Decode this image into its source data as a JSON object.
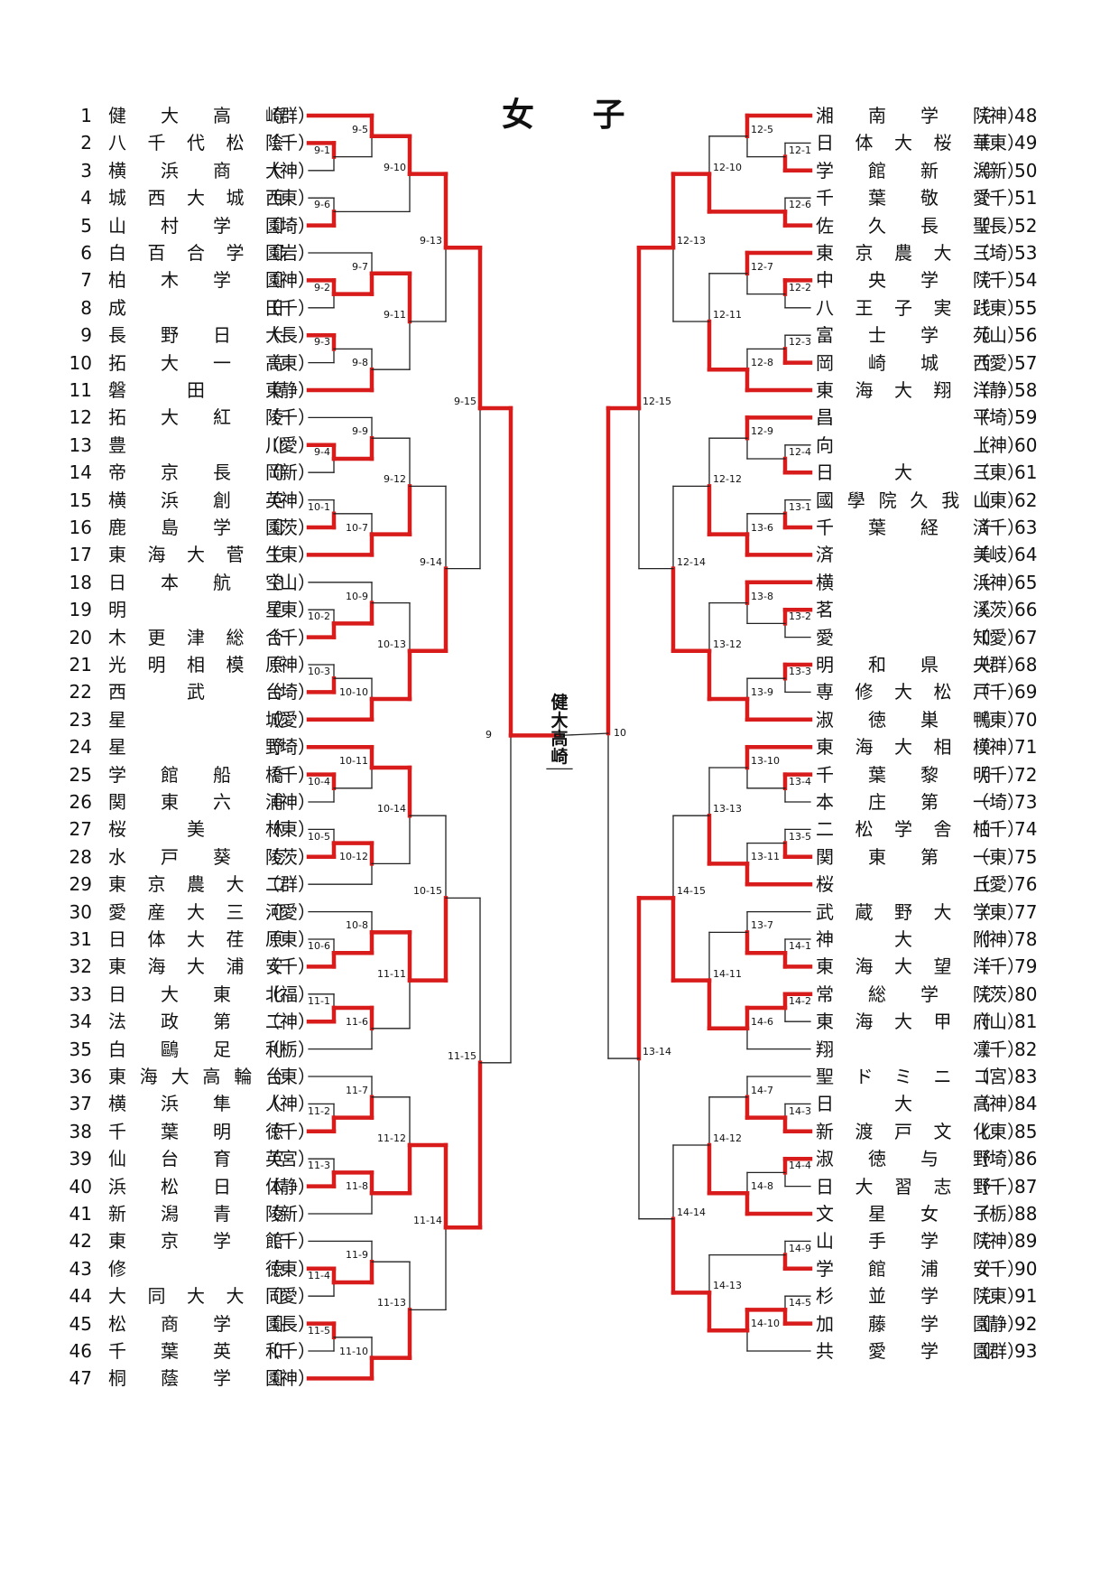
{
  "title": "女 子",
  "champion": "健大高崎",
  "center_labels": {
    "left": "9",
    "right": "10"
  },
  "colors": {
    "winner_line": "#d81b1b",
    "line": "#222222"
  },
  "left_teams": [
    {
      "num": "1",
      "name": "健大高崎",
      "pref": "（群）"
    },
    {
      "num": "2",
      "name": "八千代松陰",
      "pref": "（千）"
    },
    {
      "num": "3",
      "name": "横浜商大",
      "pref": "（神）"
    },
    {
      "num": "4",
      "name": "城西大城西",
      "pref": "（東）"
    },
    {
      "num": "5",
      "name": "山村学園",
      "pref": "（埼）"
    },
    {
      "num": "6",
      "name": "白百合学園",
      "pref": "（岩）"
    },
    {
      "num": "7",
      "name": "柏木学園",
      "pref": "（神）"
    },
    {
      "num": "8",
      "name": "成田",
      "pref": "（千）"
    },
    {
      "num": "9",
      "name": "長野日大",
      "pref": "（長）"
    },
    {
      "num": "10",
      "name": "拓大一高",
      "pref": "（東）"
    },
    {
      "num": "11",
      "name": "磐田東",
      "pref": "（静）"
    },
    {
      "num": "12",
      "name": "拓大紅陵",
      "pref": "（千）"
    },
    {
      "num": "13",
      "name": "豊川",
      "pref": "（愛）"
    },
    {
      "num": "14",
      "name": "帝京長岡",
      "pref": "（新）"
    },
    {
      "num": "15",
      "name": "横浜創英",
      "pref": "（神）"
    },
    {
      "num": "16",
      "name": "鹿島学園",
      "pref": "（茨）"
    },
    {
      "num": "17",
      "name": "東海大菅生",
      "pref": "（東）"
    },
    {
      "num": "18",
      "name": "日本航空",
      "pref": "（山）"
    },
    {
      "num": "19",
      "name": "明星",
      "pref": "（東）"
    },
    {
      "num": "20",
      "name": "木更津総合",
      "pref": "（千）"
    },
    {
      "num": "21",
      "name": "光明相模原",
      "pref": "（神）"
    },
    {
      "num": "22",
      "name": "西武台",
      "pref": "（埼）"
    },
    {
      "num": "23",
      "name": "星城",
      "pref": "（愛）"
    },
    {
      "num": "24",
      "name": "星野",
      "pref": "（埼）"
    },
    {
      "num": "25",
      "name": "学館船橋",
      "pref": "（千）"
    },
    {
      "num": "26",
      "name": "関東六浦",
      "pref": "（神）"
    },
    {
      "num": "27",
      "name": "桜美林",
      "pref": "（東）"
    },
    {
      "num": "28",
      "name": "水戸葵陵",
      "pref": "（茨）"
    },
    {
      "num": "29",
      "name": "東京農大二",
      "pref": "（群）"
    },
    {
      "num": "30",
      "name": "愛産大三河",
      "pref": "（愛）"
    },
    {
      "num": "31",
      "name": "日体大荏原",
      "pref": "（東）"
    },
    {
      "num": "32",
      "name": "東海大浦安",
      "pref": "（千）"
    },
    {
      "num": "33",
      "name": "日大東北",
      "pref": "（福）"
    },
    {
      "num": "34",
      "name": "法政第二",
      "pref": "（神）"
    },
    {
      "num": "35",
      "name": "白鷗足利",
      "pref": "（栃）"
    },
    {
      "num": "36",
      "name": "東海大高輪台",
      "pref": "（東）"
    },
    {
      "num": "37",
      "name": "横浜隼人",
      "pref": "（神）"
    },
    {
      "num": "38",
      "name": "千葉明徳",
      "pref": "（千）"
    },
    {
      "num": "39",
      "name": "仙台育英",
      "pref": "（宮）"
    },
    {
      "num": "40",
      "name": "浜松日体",
      "pref": "（静）"
    },
    {
      "num": "41",
      "name": "新潟青陵",
      "pref": "（新）"
    },
    {
      "num": "42",
      "name": "東京学館",
      "pref": "（千）"
    },
    {
      "num": "43",
      "name": "修徳",
      "pref": "（東）"
    },
    {
      "num": "44",
      "name": "大同大大同",
      "pref": "（愛）"
    },
    {
      "num": "45",
      "name": "松商学園",
      "pref": "（長）"
    },
    {
      "num": "46",
      "name": "千葉英和",
      "pref": "（千）"
    },
    {
      "num": "47",
      "name": "桐蔭学園",
      "pref": "（神）"
    }
  ],
  "right_teams": [
    {
      "num": "48",
      "name": "湘南学院",
      "pref": "（神）"
    },
    {
      "num": "49",
      "name": "日体大桜華",
      "pref": "（東）"
    },
    {
      "num": "50",
      "name": "学館新潟",
      "pref": "（新）"
    },
    {
      "num": "51",
      "name": "千葉敬愛",
      "pref": "（千）"
    },
    {
      "num": "52",
      "name": "佐久長聖",
      "pref": "（長）"
    },
    {
      "num": "53",
      "name": "東京農大三",
      "pref": "（埼）"
    },
    {
      "num": "54",
      "name": "中央学院",
      "pref": "（千）"
    },
    {
      "num": "55",
      "name": "八王子実践",
      "pref": "（東）"
    },
    {
      "num": "56",
      "name": "富士学苑",
      "pref": "（山）"
    },
    {
      "num": "57",
      "name": "岡崎城西",
      "pref": "（愛）"
    },
    {
      "num": "58",
      "name": "東海大翔洋",
      "pref": "（静）"
    },
    {
      "num": "59",
      "name": "昌平",
      "pref": "（埼）"
    },
    {
      "num": "60",
      "name": "向上",
      "pref": "（神）"
    },
    {
      "num": "61",
      "name": "日大三",
      "pref": "（東）"
    },
    {
      "num": "62",
      "name": "國學院久我山",
      "pref": "（東）"
    },
    {
      "num": "63",
      "name": "千葉経済",
      "pref": "（千）"
    },
    {
      "num": "64",
      "name": "済美",
      "pref": "（岐）"
    },
    {
      "num": "65",
      "name": "横浜",
      "pref": "（神）"
    },
    {
      "num": "66",
      "name": "茗溪",
      "pref": "（茨）"
    },
    {
      "num": "67",
      "name": "愛知",
      "pref": "（愛）"
    },
    {
      "num": "68",
      "name": "明和県央",
      "pref": "（群）"
    },
    {
      "num": "69",
      "name": "専修大松戸",
      "pref": "（千）"
    },
    {
      "num": "70",
      "name": "淑徳巣鴨",
      "pref": "（東）"
    },
    {
      "num": "71",
      "name": "東海大相模",
      "pref": "（神）"
    },
    {
      "num": "72",
      "name": "千葉黎明",
      "pref": "（千）"
    },
    {
      "num": "73",
      "name": "本庄第一",
      "pref": "（埼）"
    },
    {
      "num": "74",
      "name": "二松学舎柏",
      "pref": "（千）"
    },
    {
      "num": "75",
      "name": "関東第一",
      "pref": "（東）"
    },
    {
      "num": "76",
      "name": "桜丘",
      "pref": "（愛）"
    },
    {
      "num": "77",
      "name": "武蔵野大学",
      "pref": "（東）"
    },
    {
      "num": "78",
      "name": "神大附",
      "pref": "（神）"
    },
    {
      "num": "79",
      "name": "東海大望洋",
      "pref": "（千）"
    },
    {
      "num": "80",
      "name": "常総学院",
      "pref": "（茨）"
    },
    {
      "num": "81",
      "name": "東海大甲府",
      "pref": "（山）"
    },
    {
      "num": "82",
      "name": "翔凛",
      "pref": "（千）"
    },
    {
      "num": "83",
      "name": "聖ドミニコ",
      "pref": "（宮）"
    },
    {
      "num": "84",
      "name": "日大高",
      "pref": "（神）"
    },
    {
      "num": "85",
      "name": "新渡戸文化",
      "pref": "（東）"
    },
    {
      "num": "86",
      "name": "淑徳与野",
      "pref": "（埼）"
    },
    {
      "num": "87",
      "name": "日大習志野",
      "pref": "（千）"
    },
    {
      "num": "88",
      "name": "文星女子",
      "pref": "（栃）"
    },
    {
      "num": "89",
      "name": "山手学院",
      "pref": "（神）"
    },
    {
      "num": "90",
      "name": "学館浦安",
      "pref": "（千）"
    },
    {
      "num": "91",
      "name": "杉並学院",
      "pref": "（東）"
    },
    {
      "num": "92",
      "name": "加藤学園",
      "pref": "（静）"
    },
    {
      "num": "93",
      "name": "共愛学園",
      "pref": "（群）"
    }
  ],
  "left_matches": [
    {
      "label": "9-1",
      "a": "t2",
      "b": "t3",
      "w": "a"
    },
    {
      "label": "9-2",
      "a": "t7",
      "b": "t8",
      "w": "a"
    },
    {
      "label": "9-3",
      "a": "t9",
      "b": "t10",
      "w": "a"
    },
    {
      "label": "9-4",
      "a": "t13",
      "b": "t14",
      "w": "a"
    },
    {
      "label": "10-1",
      "a": "t15",
      "b": "t16",
      "w": "b"
    },
    {
      "label": "10-2",
      "a": "t19",
      "b": "t20",
      "w": "b"
    },
    {
      "label": "10-3",
      "a": "t21",
      "b": "t22",
      "w": "b"
    },
    {
      "label": "10-4",
      "a": "t25",
      "b": "t26",
      "w": "a"
    },
    {
      "label": "10-5",
      "a": "t27",
      "b": "t28",
      "w": "b"
    },
    {
      "label": "10-6",
      "a": "t31",
      "b": "t32",
      "w": "b"
    },
    {
      "label": "11-1",
      "a": "t33",
      "b": "t34",
      "w": "b"
    },
    {
      "label": "11-2",
      "a": "t37",
      "b": "t38",
      "w": "b"
    },
    {
      "label": "11-3",
      "a": "t39",
      "b": "t40",
      "w": "b"
    },
    {
      "label": "11-4",
      "a": "t43",
      "b": "t44",
      "w": "a"
    },
    {
      "label": "11-5",
      "a": "t45",
      "b": "t46",
      "w": "a"
    },
    {
      "label": "9-5",
      "a": "t1",
      "b": "9-1",
      "w": "a"
    },
    {
      "label": "9-6",
      "a": "t4",
      "b": "t5",
      "w": "b"
    },
    {
      "label": "9-7",
      "a": "t6",
      "b": "9-2",
      "w": "b"
    },
    {
      "label": "9-8",
      "a": "9-3",
      "b": "t11",
      "w": "b"
    },
    {
      "label": "9-9",
      "a": "t12",
      "b": "9-4",
      "w": "b"
    },
    {
      "label": "10-7",
      "a": "10-1",
      "b": "t17",
      "w": "b"
    },
    {
      "label": "10-9",
      "a": "t18",
      "b": "10-2",
      "w": "b"
    },
    {
      "label": "10-10",
      "a": "10-3",
      "b": "t23",
      "w": "b"
    },
    {
      "label": "10-11",
      "a": "t24",
      "b": "10-4",
      "w": "a"
    },
    {
      "label": "10-12",
      "a": "10-5",
      "b": "t29",
      "w": "a"
    },
    {
      "label": "10-8",
      "a": "t30",
      "b": "10-6",
      "w": "b"
    },
    {
      "label": "11-6",
      "a": "11-1",
      "b": "t35",
      "w": "a"
    },
    {
      "label": "11-7",
      "a": "t36",
      "b": "11-2",
      "w": "b"
    },
    {
      "label": "11-8",
      "a": "11-3",
      "b": "t41",
      "w": "a"
    },
    {
      "label": "11-9",
      "a": "t42",
      "b": "11-4",
      "w": "b"
    },
    {
      "label": "11-10",
      "a": "11-5",
      "b": "t47",
      "w": "b"
    },
    {
      "label": "9-10",
      "a": "9-5",
      "b": "9-6",
      "w": "a"
    },
    {
      "label": "9-11",
      "a": "9-7",
      "b": "9-8",
      "w": "a"
    },
    {
      "label": "9-12",
      "a": "9-9",
      "b": "10-7",
      "w": "b"
    },
    {
      "label": "10-13",
      "a": "10-9",
      "b": "10-10",
      "w": "b"
    },
    {
      "label": "10-14",
      "a": "10-11",
      "b": "10-12",
      "w": "a"
    },
    {
      "label": "11-11",
      "a": "10-8",
      "b": "11-6",
      "w": "a"
    },
    {
      "label": "11-12",
      "a": "11-7",
      "b": "11-8",
      "w": "b"
    },
    {
      "label": "11-13",
      "a": "11-9",
      "b": "11-10",
      "w": "b"
    },
    {
      "label": "9-13",
      "a": "9-10",
      "b": "9-11",
      "w": "a"
    },
    {
      "label": "9-14",
      "a": "9-12",
      "b": "10-13",
      "w": "b"
    },
    {
      "label": "10-15",
      "a": "10-14",
      "b": "11-11",
      "w": "b"
    },
    {
      "label": "11-14",
      "a": "11-12",
      "b": "11-13",
      "w": "a"
    },
    {
      "label": "9-15",
      "a": "9-13",
      "b": "9-14",
      "w": "a"
    },
    {
      "label": "11-15",
      "a": "10-15",
      "b": "11-14",
      "w": "b"
    },
    {
      "label": "9",
      "a": "9-15",
      "b": "11-15",
      "w": "a"
    }
  ],
  "right_matches": [
    {
      "label": "12-1",
      "a": "t49",
      "b": "t50",
      "w": "b"
    },
    {
      "label": "12-2",
      "a": "t54",
      "b": "t55",
      "w": "a"
    },
    {
      "label": "12-3",
      "a": "t56",
      "b": "t57",
      "w": "b"
    },
    {
      "label": "12-4",
      "a": "t60",
      "b": "t61",
      "w": "b"
    },
    {
      "label": "13-1",
      "a": "t62",
      "b": "t63",
      "w": "b"
    },
    {
      "label": "13-2",
      "a": "t66",
      "b": "t67",
      "w": "a"
    },
    {
      "label": "13-3",
      "a": "t68",
      "b": "t69",
      "w": "a"
    },
    {
      "label": "13-4",
      "a": "t72",
      "b": "t73",
      "w": "a"
    },
    {
      "label": "13-5",
      "a": "t74",
      "b": "t75",
      "w": "b"
    },
    {
      "label": "14-1",
      "a": "t78",
      "b": "t79",
      "w": "b"
    },
    {
      "label": "14-2",
      "a": "t80",
      "b": "t81",
      "w": "a"
    },
    {
      "label": "14-3",
      "a": "t84",
      "b": "t85",
      "w": "b"
    },
    {
      "label": "14-4",
      "a": "t86",
      "b": "t87",
      "w": "a"
    },
    {
      "label": "14-5",
      "a": "t91",
      "b": "t92",
      "w": "b"
    },
    {
      "label": "12-5",
      "a": "t48",
      "b": "12-1",
      "w": "a"
    },
    {
      "label": "12-6",
      "a": "t51",
      "b": "t52",
      "w": "b"
    },
    {
      "label": "12-7",
      "a": "t53",
      "b": "12-2",
      "w": "a"
    },
    {
      "label": "12-8",
      "a": "12-3",
      "b": "t58",
      "w": "b"
    },
    {
      "label": "12-9",
      "a": "t59",
      "b": "12-4",
      "w": "a"
    },
    {
      "label": "13-6",
      "a": "13-1",
      "b": "t64",
      "w": "b"
    },
    {
      "label": "13-8",
      "a": "t65",
      "b": "13-2",
      "w": "a"
    },
    {
      "label": "13-9",
      "a": "13-3",
      "b": "t70",
      "w": "b"
    },
    {
      "label": "13-10",
      "a": "t71",
      "b": "13-4",
      "w": "a"
    },
    {
      "label": "13-11",
      "a": "13-5",
      "b": "t76",
      "w": "b"
    },
    {
      "label": "13-7",
      "a": "t77",
      "b": "14-1",
      "w": "b"
    },
    {
      "label": "14-6",
      "a": "14-2",
      "b": "t82",
      "w": "a"
    },
    {
      "label": "14-7",
      "a": "t83",
      "b": "14-3",
      "w": "b"
    },
    {
      "label": "14-8",
      "a": "14-4",
      "b": "t88",
      "w": "b"
    },
    {
      "label": "14-9",
      "a": "t89",
      "b": "t90",
      "w": "b"
    },
    {
      "label": "14-10",
      "a": "14-5",
      "b": "t93",
      "w": "a"
    },
    {
      "label": "12-10",
      "a": "12-5",
      "b": "12-6",
      "w": "b"
    },
    {
      "label": "12-11",
      "a": "12-7",
      "b": "12-8",
      "w": "b"
    },
    {
      "label": "12-12",
      "a": "12-9",
      "b": "13-6",
      "w": "b"
    },
    {
      "label": "13-12",
      "a": "13-8",
      "b": "13-9",
      "w": "b"
    },
    {
      "label": "13-13",
      "a": "13-10",
      "b": "13-11",
      "w": "b"
    },
    {
      "label": "14-11",
      "a": "13-7",
      "b": "14-6",
      "w": "b"
    },
    {
      "label": "14-12",
      "a": "14-7",
      "b": "14-8",
      "w": "b"
    },
    {
      "label": "14-13",
      "a": "14-9",
      "b": "14-10",
      "w": "b"
    },
    {
      "label": "12-13",
      "a": "12-10",
      "b": "12-11",
      "w": "a"
    },
    {
      "label": "12-14",
      "a": "12-12",
      "b": "13-12",
      "w": "b"
    },
    {
      "label": "14-15",
      "a": "13-13",
      "b": "14-11",
      "w": "b"
    },
    {
      "label": "14-14",
      "a": "14-12",
      "b": "14-13",
      "w": "b"
    },
    {
      "label": "12-15",
      "a": "12-13",
      "b": "12-14",
      "w": "a"
    },
    {
      "label": "13-14",
      "a": "14-15",
      "b": "14-14",
      "w": "a"
    },
    {
      "label": "10",
      "a": "12-15",
      "b": "13-14",
      "w": "a"
    }
  ],
  "final": {
    "a": "9",
    "b": "10",
    "w": "a"
  }
}
